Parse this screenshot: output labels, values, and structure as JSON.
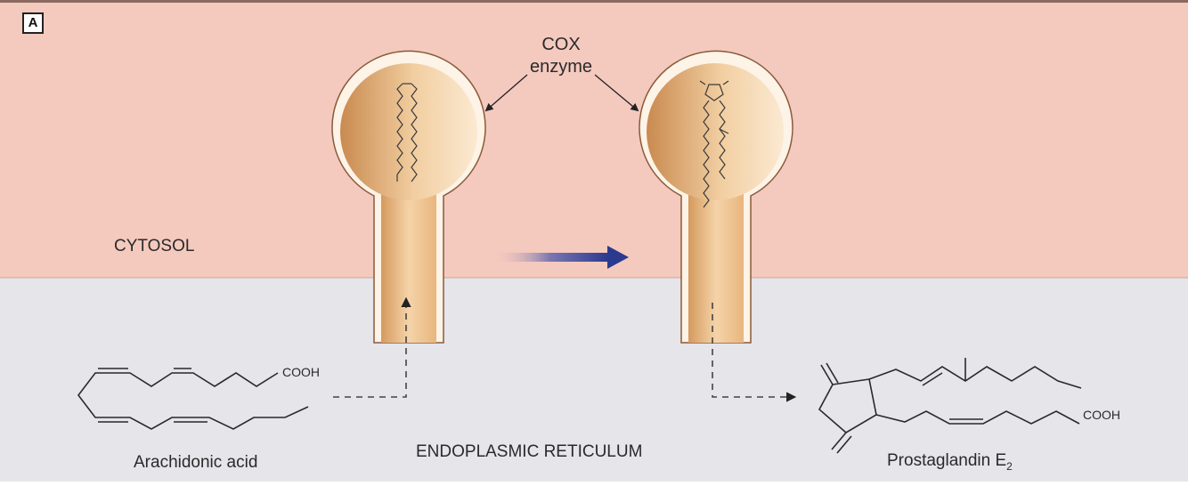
{
  "panel_label": "A",
  "labels": {
    "cox": "COX",
    "enzyme": "enzyme",
    "cytosol": "CYTOSOL",
    "er": "ENDOPLASMIC RETICULUM",
    "substrate": "Arachidonic acid",
    "product_main": "Prostaglandin E",
    "product_sub": "2",
    "cooh_left": "COOH",
    "cooh_right": "COOH"
  },
  "colors": {
    "cytosol": "#f4c9be",
    "er": "#e5e5ea",
    "enzyme_light": "#f7dfc0",
    "enzyme_dark": "#c98a4f",
    "arrow_blue": "#2b3a8f"
  }
}
